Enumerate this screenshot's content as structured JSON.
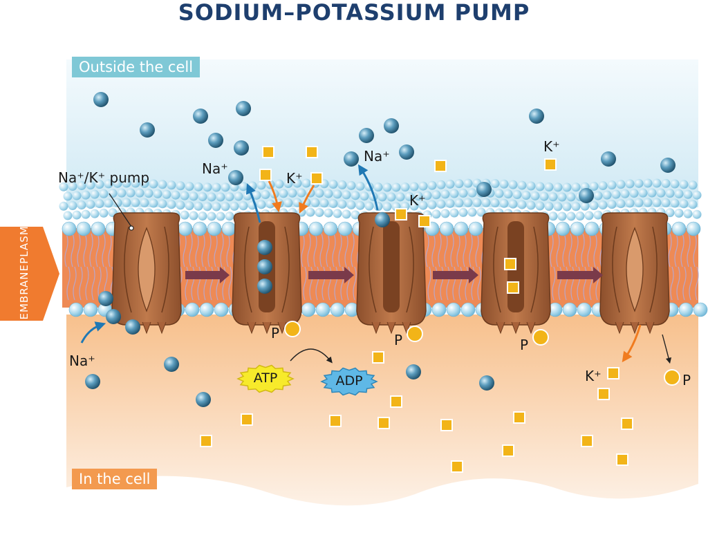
{
  "title": "SODIUM–POTASSIUM PUMP",
  "regions": {
    "outside": "Outside the cell",
    "inside": "In the cell"
  },
  "membrane": {
    "line1": "PLASMA",
    "line2": "MEMBRANE"
  },
  "labels": {
    "pump": "Na⁺/K⁺ pump",
    "na_ion": "Na⁺",
    "k_ion": "K⁺",
    "phosphate": "P",
    "atp": "ATP",
    "adp": "ADP"
  },
  "colors": {
    "title": "#1e3f6e",
    "outside_bg": "#dff1f8",
    "inside_bg": "#f8c99a",
    "membrane_core": "#ee8a55",
    "head_group": "#a9d8ec",
    "protein": "#a8623a",
    "sodium": "#2e6a8a",
    "potassium": "#f2b418",
    "atp": "#f7ea2b",
    "adp": "#5fb8e6",
    "arrow_na": "#1f78b4",
    "arrow_k": "#f07b1f",
    "step_arrow": "#7a3a4a"
  }
}
